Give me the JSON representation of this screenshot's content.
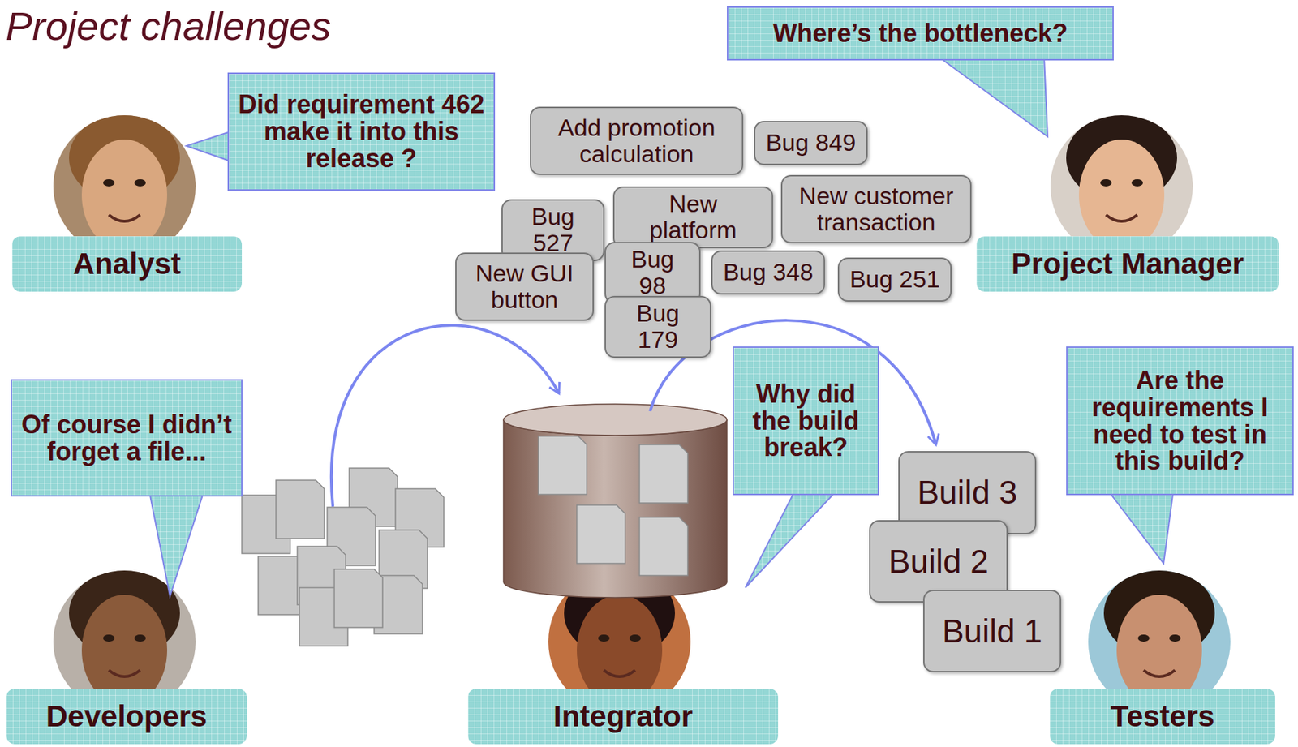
{
  "diagram": {
    "title": "Project challenges",
    "nodes": [
      {
        "text": [
          "Did requirement 462 make it into this release ?"
        ]
      },
      {
        "text": [
          "Where’s the bottleneck?"
        ]
      },
      {
        "text": [
          "Add promotion calculation"
        ]
      },
      {
        "text": [
          "Bug 849"
        ]
      },
      {
        "text": [
          "Bug 527"
        ]
      },
      {
        "text": [
          "New platform"
        ]
      },
      {
        "text": [
          "New customer transaction"
        ]
      },
      {
        "text": [
          "New GUI button"
        ]
      },
      {
        "text": [
          "Bug 98"
        ]
      },
      {
        "text": [
          "Bug 348"
        ]
      },
      {
        "text": [
          "Bug 179"
        ]
      },
      {
        "text": [
          "Bug 251"
        ]
      },
      {
        "text": [
          "Analyst"
        ]
      },
      {
        "text": [
          "Project Manager"
        ]
      },
      {
        "text": [
          "Of course I didn’t forget a file..."
        ]
      },
      {
        "text": [
          "Why did the build break?"
        ]
      },
      {
        "text": [
          "Are the requirements I need to test in this build?"
        ]
      },
      {
        "text": [
          "Build 3"
        ]
      },
      {
        "text": [
          "Build 2"
        ]
      },
      {
        "text": [
          "Build 1"
        ]
      },
      {
        "text": [
          "Developers"
        ]
      },
      {
        "text": [
          "Integrator"
        ]
      },
      {
        "text": [
          "Testers"
        ]
      }
    ]
  }
}
